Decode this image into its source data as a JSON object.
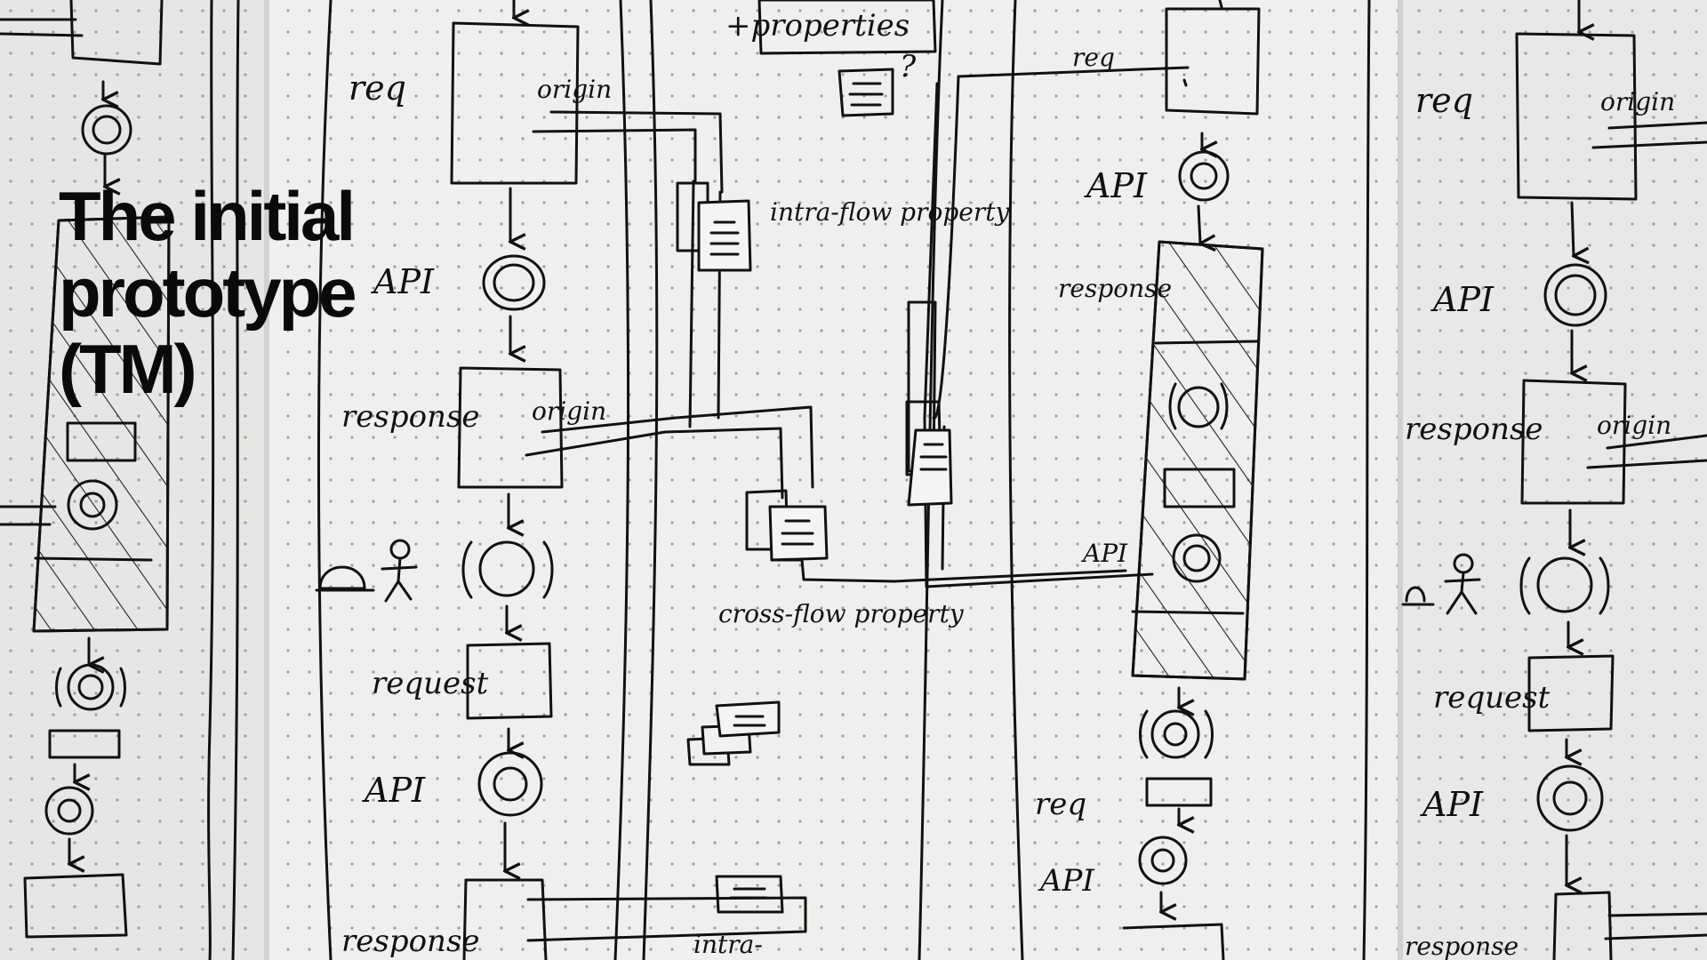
{
  "title": "The initial prototype (TM)",
  "labels": {
    "properties": "+properties",
    "question": "?",
    "req": "req",
    "origin": "origin",
    "api": "API",
    "response": "response",
    "intra_flow": "intra-flow property",
    "cross_flow": "cross-flow property",
    "request": "request",
    "intra_bottom": "intra-"
  }
}
